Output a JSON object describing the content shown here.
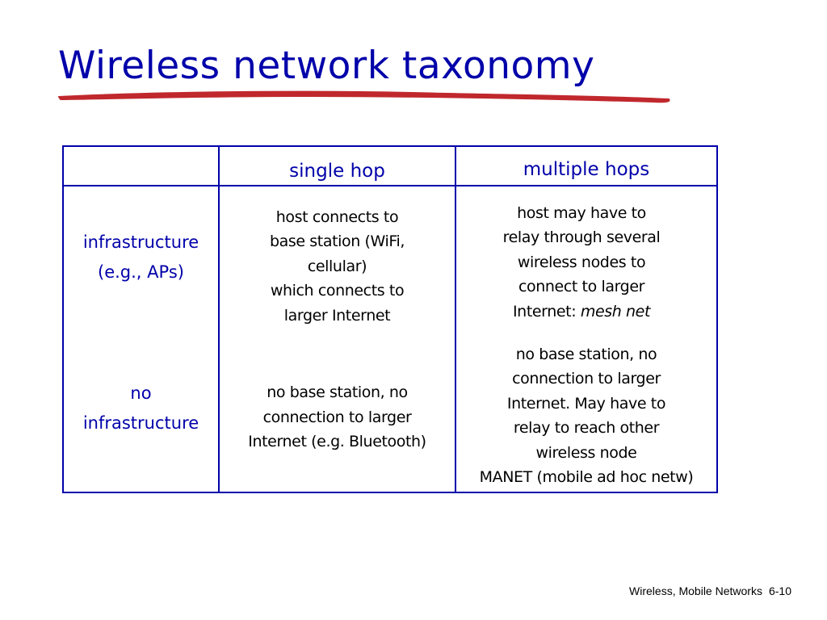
{
  "slide": {
    "title": "Wireless network taxonomy",
    "underline_color": "#c0282d",
    "accent_color": "#0000aa"
  },
  "table": {
    "header": {
      "corner": "",
      "columns": [
        "single hop",
        "multiple hops"
      ]
    },
    "rows": [
      {
        "label_lines": [
          "infrastructure",
          "(e.g., APs)"
        ],
        "single_hop_lines": [
          "host connects to",
          "base station (WiFi,",
          "cellular)",
          "which connects to",
          "larger Internet"
        ],
        "multiple_hops_lines": [
          "host may have to",
          "relay through several",
          "wireless nodes to",
          "connect to larger"
        ],
        "multiple_hops_last_prefix": "Internet: ",
        "multiple_hops_last_emphasis": "mesh net"
      },
      {
        "label_lines": [
          "no",
          "infrastructure"
        ],
        "single_hop_lines": [
          "no base station, no",
          "connection to larger",
          "Internet (e.g. Bluetooth)"
        ],
        "multiple_hops_lines": [
          "no base station, no",
          "connection to larger",
          "Internet. May have to",
          "relay to reach other",
          "wireless node",
          "MANET (mobile ad hoc netw)"
        ]
      }
    ]
  },
  "footer": {
    "section": "Wireless, Mobile Networks",
    "page": "6-10"
  }
}
